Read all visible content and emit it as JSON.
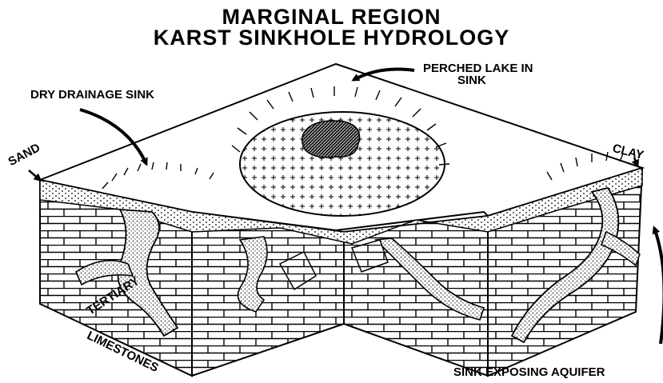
{
  "title": {
    "line1": "MARGINAL REGION",
    "line2": "KARST SINKHOLE HYDROLOGY"
  },
  "labels": {
    "perched_lake": [
      "PERCHED LAKE IN",
      "SINK"
    ],
    "dry_drainage_sink": "DRY DRAINAGE SINK",
    "sand": "SAND",
    "clay": "CLAY",
    "tertiary_limestones": [
      "TERTIARY",
      "LIMESTONES"
    ],
    "sink_exposing_aquifer": "SINK EXPOSING AQUIFER"
  },
  "colors": {
    "ink": "#000000",
    "paper": "#ffffff"
  }
}
